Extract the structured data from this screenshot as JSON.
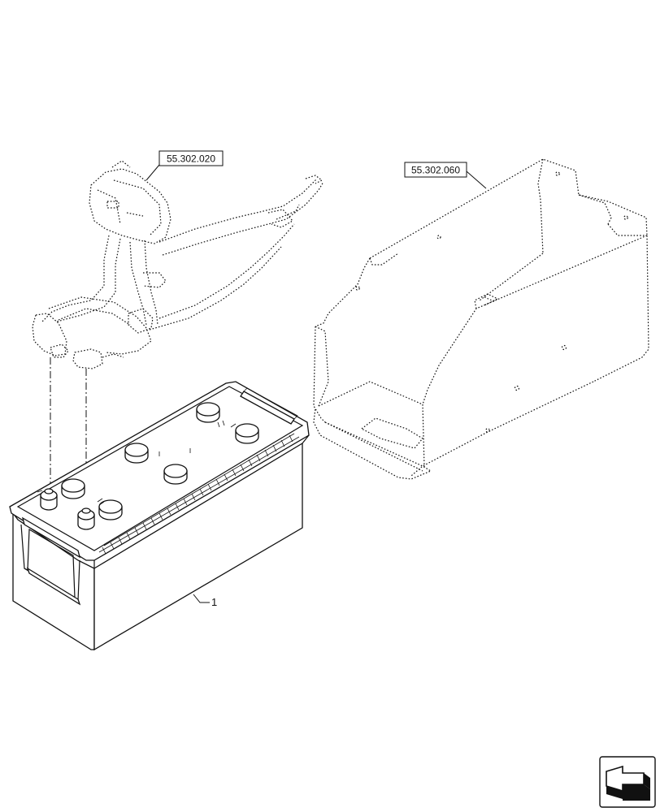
{
  "callouts": {
    "harness_ref": "55.302.020",
    "tray_ref": "55.302.060",
    "battery_item": "1"
  },
  "icons": {
    "navigation": "arrow-navigation-icon"
  }
}
